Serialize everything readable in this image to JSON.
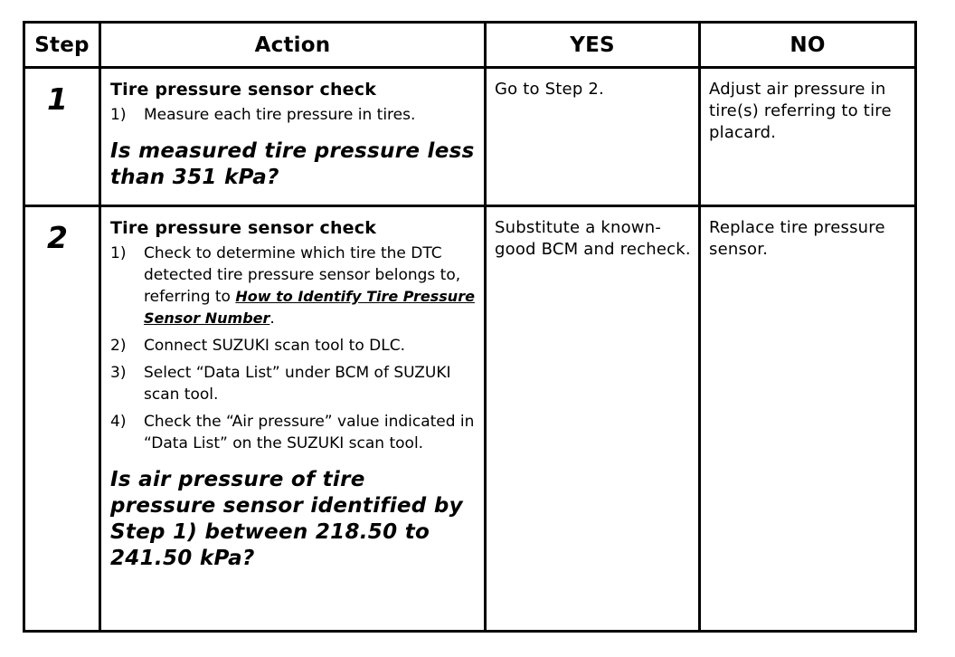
{
  "headers": {
    "step": "Step",
    "action": "Action",
    "yes": "YES",
    "no": "NO"
  },
  "rows": [
    {
      "step": "1",
      "heading": "Tire pressure sensor check",
      "items": [
        {
          "num": "1)",
          "text": "Measure each tire pressure in tires."
        }
      ],
      "question": "Is measured tire pressure less than 351 kPa?",
      "yes": "Go to Step 2.",
      "no": "Adjust air pressure in tire(s) referring to tire placard."
    },
    {
      "step": "2",
      "heading": "Tire pressure sensor check",
      "items": [
        {
          "num": "1)",
          "text": "Check to determine which tire the DTC detected tire pressure sensor belongs to, referring to ",
          "link": "How to Identify Tire Pressure Sensor Number",
          "after": "."
        },
        {
          "num": "2)",
          "text": "Connect SUZUKI scan tool to DLC."
        },
        {
          "num": "3)",
          "text": "Select “Data List” under BCM of SUZUKI scan tool."
        },
        {
          "num": "4)",
          "text": "Check the “Air pressure” value indicated in “Data List” on the SUZUKI scan tool."
        }
      ],
      "question": "Is air pressure of tire pressure sensor identified by Step 1) between 218.50 to 241.50 kPa?",
      "yes": "Substitute a known-good BCM and recheck.",
      "no": "Replace tire pressure sensor."
    }
  ]
}
